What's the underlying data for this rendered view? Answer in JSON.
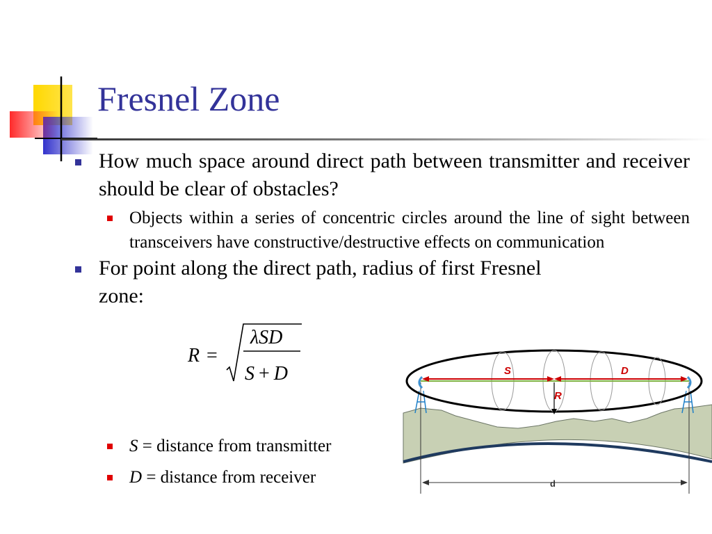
{
  "slide": {
    "title": "Fresnel Zone",
    "accent_color": "#333399",
    "bullet_color_level1": "#333399",
    "bullet_color_level2": "#e00000"
  },
  "bullets": [
    {
      "text": "How much space around direct path between transmitter and receiver should be clear of obstacles?",
      "sub": [
        {
          "text": "Objects within a series of concentric circles around the line of sight between transceivers have constructive/destructive effects on communication"
        }
      ]
    },
    {
      "text": "For point along the direct path, radius of first Fresnel",
      "text_cont": "zone:",
      "sub": [
        {
          "var": "S",
          "eq": " = ",
          "text": "distance from transmitter"
        },
        {
          "var": "D",
          "eq": " = ",
          "text": "distance from receiver"
        }
      ]
    }
  ],
  "formula": {
    "lhs": "R",
    "equals": "=",
    "numerator_lambda": "λ",
    "numerator_rest": "SD",
    "den_s": "S",
    "den_plus": "+",
    "den_d": "D"
  },
  "diagram": {
    "label_s": "S",
    "label_d": "D",
    "label_r": "R",
    "label_dist": "d",
    "label_color": "#cc0000",
    "terrain_color": "#c8d0b4",
    "ground_color": "#1f3a5f"
  }
}
